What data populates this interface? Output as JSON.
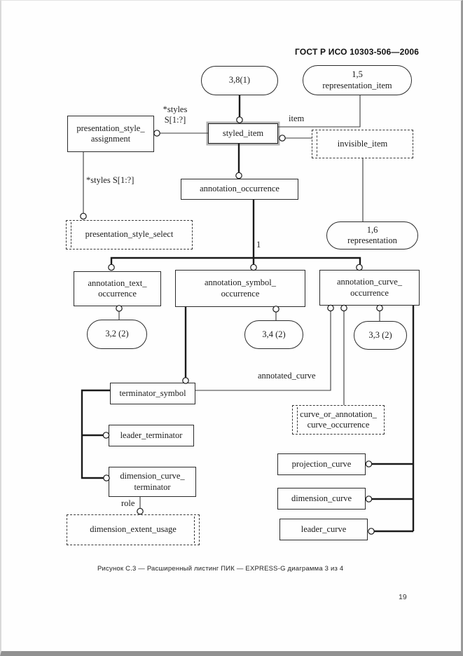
{
  "header": {
    "standard": "ГОСТ Р ИСО 10303-506—2006"
  },
  "footer": {
    "caption": "Рисунок С.3 — Расширенный листинг ПИК — EXPRESS-G диаграмма 3 из 4",
    "page_number": "19"
  },
  "diagram": {
    "type": "EXPRESS-G",
    "entities": {
      "presentation_style_assignment": "presentation_style_\nassignment",
      "styled_item": "styled_item",
      "annotation_occurrence": "annotation_occurrence",
      "annotation_text_occurrence": "annotation_text_\noccurrence",
      "annotation_symbol_occurrence": "annotation_symbol_\noccurrence",
      "annotation_curve_occurrence": "annotation_curve_\noccurrence",
      "terminator_symbol": "terminator_symbol",
      "leader_terminator": "leader_terminator",
      "dimension_curve_terminator": "dimension_curve_\nterminator",
      "projection_curve": "projection_curve",
      "dimension_curve": "dimension_curve",
      "leader_curve": "leader_curve"
    },
    "selects": {
      "invisible_item": "invisible_item",
      "presentation_style_select": "presentation_style_select",
      "curve_or_annotation_curve_occurrence": "curve_or_annotation_\ncurve_occurrence",
      "dimension_extent_usage": "dimension_extent_usage"
    },
    "refs": {
      "p38_1": "3,8(1)",
      "p1_5": "1,5\nrepresentation_item",
      "p1_6": "1,6\nrepresentation",
      "p3_2": "3,2 (2)",
      "p3_4": "3,4 (2)",
      "p3_3": "3,3 (2)"
    },
    "labels": {
      "styles_top": "*styles\nS[1:?]",
      "styles_left": "*styles S[1:?]",
      "item": "item",
      "cardinality_one": "1",
      "annotated_curve": "annotated_curve",
      "role": "role"
    }
  }
}
